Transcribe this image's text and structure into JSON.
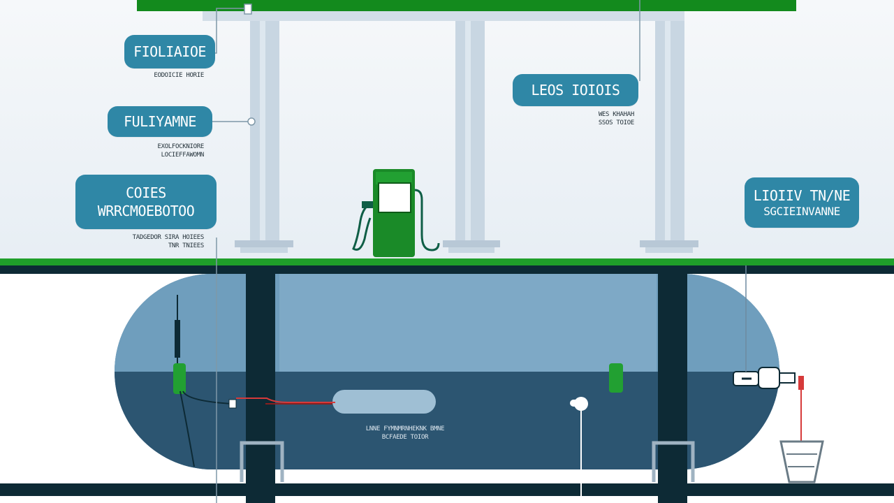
{
  "colors": {
    "canopy_green": "#138a1d",
    "ground_green": "#1f9e2a",
    "dark_band": "#0d2a35",
    "tank_body": "#3b6d8e",
    "tank_fuel": "#2c5571",
    "tank_highlight": "#6f9ebd",
    "column": "#c8d6e2",
    "callout": "#2f87a6",
    "sky": "#eef3f7",
    "alert_red": "#d63a3a"
  },
  "callouts": {
    "a": {
      "line1": "FIOLIAIOE",
      "caption1": "EODOICIE HORIE"
    },
    "b": {
      "line1": "FULIYAMNE",
      "caption1": "EXOLFOCKNIORE",
      "caption2": "LOCIEFFAWOMN"
    },
    "c": {
      "line1": "COIES",
      "line2": "WRRCMOEBOTOO",
      "caption1": "TADGEDOR SIRA HOIEES",
      "caption2": "TNR TNIEES"
    },
    "d": {
      "line1": "LEOS IOIOIS",
      "caption1": "WES KHAHAH",
      "caption2": "SSOS TOIOE"
    },
    "e": {
      "line1": "LIOIIV TN/NE",
      "line2": "SGCIEINVANNE"
    }
  },
  "tank": {
    "caption1": "LNNE FYMNMRNHEKNK BMNE",
    "caption2": "BCFAEDE TOIOR"
  },
  "icons": {
    "pump": "fuel-dispenser-icon",
    "sensor_left": "level-sensor-icon",
    "sensor_mid": "probe-sensor-icon",
    "valve": "valve-icon",
    "drain": "drain-funnel-icon"
  }
}
